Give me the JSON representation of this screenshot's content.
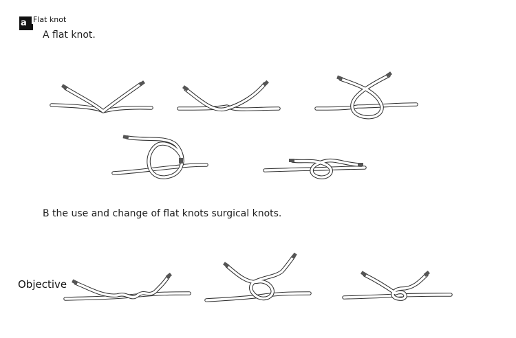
{
  "header": {
    "badge_text": "a",
    "title": "Flat knot"
  },
  "sections": {
    "a_caption": "A flat knot.",
    "b_caption": "B the use and change of flat knots surgical knots.",
    "side_label": "Objective"
  },
  "colors": {
    "rope_outline": "#333333",
    "rope_fill": "#ffffff",
    "rope_tip": "#555555",
    "text": "#1f1f1f"
  }
}
